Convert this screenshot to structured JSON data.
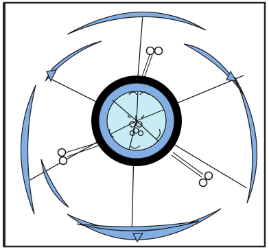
{
  "diagram": {
    "colors": {
      "frame": "#222222",
      "outline": "#1a1a1a",
      "petal_blue": "#82aee4",
      "ring_blue": "#82aee4",
      "center_light": "#c7ecf4",
      "center_dark": "#000000",
      "background": "#ffffff"
    },
    "components": {
      "outer_arcs": 4,
      "inner_arcs": 4,
      "radial_lines": 6,
      "stamens": 3,
      "central_ring_layers": 3
    }
  }
}
